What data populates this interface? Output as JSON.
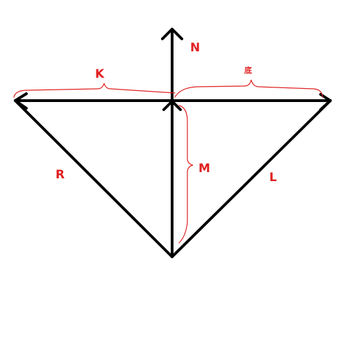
{
  "labels": {
    "n": "N",
    "k": "K",
    "di": "底",
    "m": "M",
    "r": "R",
    "l": "L"
  },
  "colors": {
    "line": "#000000",
    "annotation": "#e02020",
    "background": "#ffffff"
  }
}
